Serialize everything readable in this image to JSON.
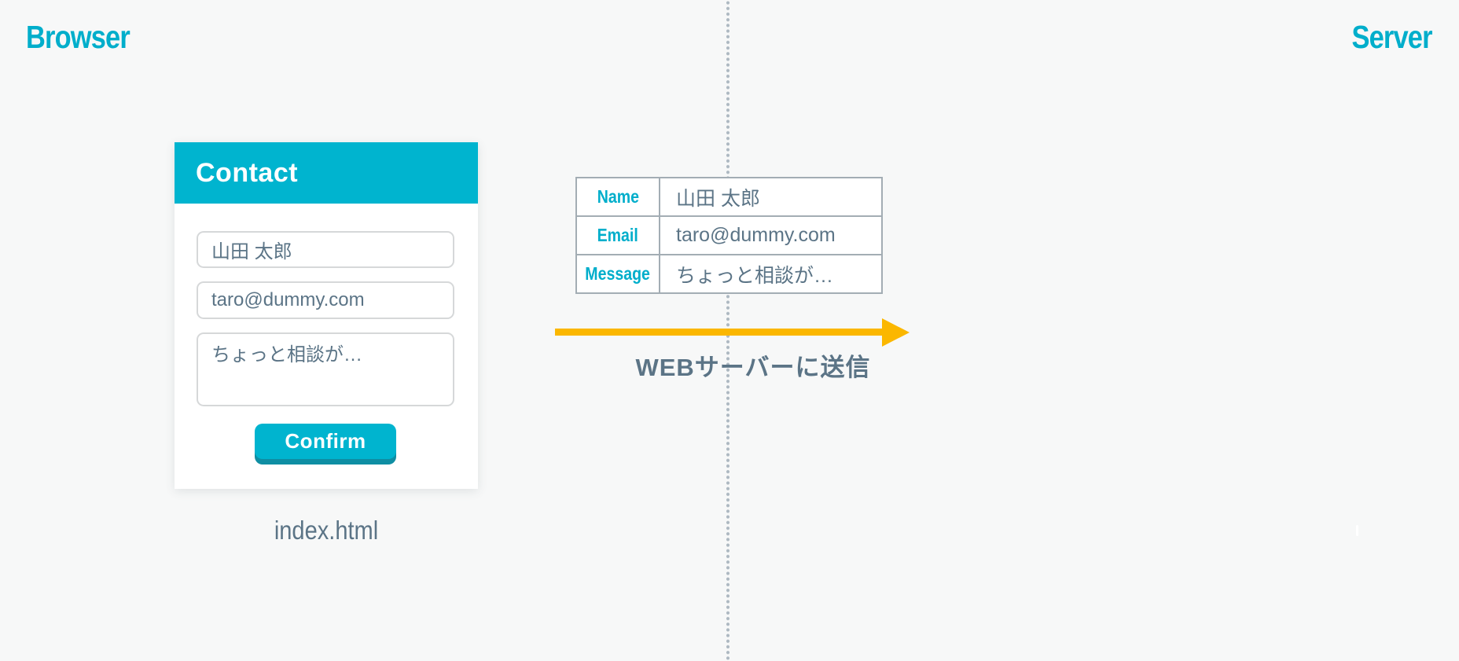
{
  "canvas": {
    "background_color": "#f7f8f8",
    "accent_color": "#00b4cf",
    "accent_dark_color": "#0f8ea3",
    "muted_text_color": "#5b7486",
    "arrow_color": "#fbb700",
    "divider_dot_color": "#aeb9c2"
  },
  "labels": {
    "browser": "Browser",
    "server": "Server",
    "file_name": "index.html",
    "arrow_caption": "WEBサーバーに送信"
  },
  "contact_form": {
    "title": "Contact",
    "name_value": "山田 太郎",
    "email_value": "taro@dummy.com",
    "message_value": "ちょっと相談が…",
    "submit_label": "Confirm"
  },
  "data_table": {
    "rows": [
      {
        "label": "Name",
        "value": "山田 太郎"
      },
      {
        "label": "Email",
        "value": "taro@dummy.com"
      },
      {
        "label": "Message",
        "value": "ちょっと相談が…"
      }
    ]
  }
}
